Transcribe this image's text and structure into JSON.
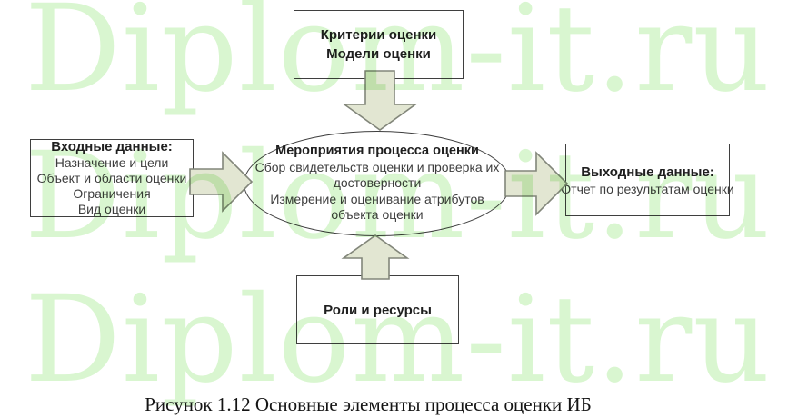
{
  "figure": {
    "caption": "Рисунок 1.12 Основные элементы процесса оценки ИБ"
  },
  "watermark": {
    "text": "Diplom-it.ru"
  },
  "colors": {
    "watermark_green": "#d9f6d0",
    "arrow_fill": "#e2e6d2",
    "arrow_stroke": "#82867a",
    "border_dark": "#3f3f3f",
    "text_dark": "#1f1f1f",
    "text_body": "#3d3d3d",
    "background": "#ffffff"
  },
  "diagram": {
    "criteria_box": {
      "lines": [
        "Критерии оценки",
        "Модели оценки"
      ]
    },
    "input_box": {
      "title": "Входные данные:",
      "items": [
        "Назначение и цели",
        "Объект и области оценки",
        "Ограничения",
        "Вид оценки"
      ]
    },
    "process_ellipse": {
      "title": "Мероприятия процесса оценки",
      "items": [
        "Сбор свидетельств оценки и проверка их достоверности",
        "Измерение и оценивание атрибутов объекта оценки"
      ]
    },
    "output_box": {
      "title": "Выходные данные:",
      "items": [
        "Отчет по результатам оценки"
      ]
    },
    "roles_box": {
      "title": "Роли и ресурсы"
    }
  }
}
